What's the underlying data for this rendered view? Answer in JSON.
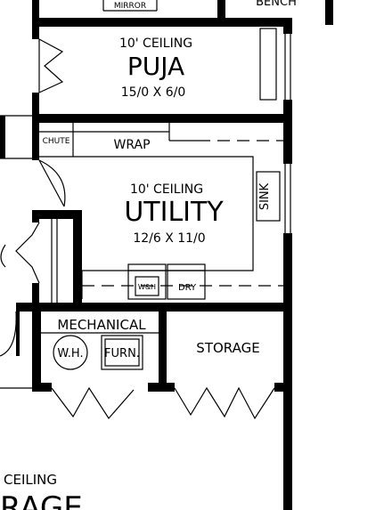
{
  "rooms": {
    "mirror": {
      "label": "MIRROR"
    },
    "bench": {
      "label": "BENCH"
    },
    "puja": {
      "ceiling": "10' CEILING",
      "name": "PUJA",
      "size": "15/0 X 6/0"
    },
    "chute": {
      "label": "CHUTE"
    },
    "wrap": {
      "label": "WRAP"
    },
    "utility": {
      "ceiling": "10' CEILING",
      "name": "UTILITY",
      "size": "12/6 X 11/0"
    },
    "sink": {
      "label": "SINK"
    },
    "washer": {
      "label": "W&H"
    },
    "dryer": {
      "label": "DRY"
    },
    "mechanical": {
      "name": "MECHANICAL",
      "water_heater": "W.H.",
      "furnace": "FURN."
    },
    "storage": {
      "name": "STORAGE"
    },
    "garage": {
      "ceiling": "CEILING",
      "name": "RAGE"
    }
  }
}
